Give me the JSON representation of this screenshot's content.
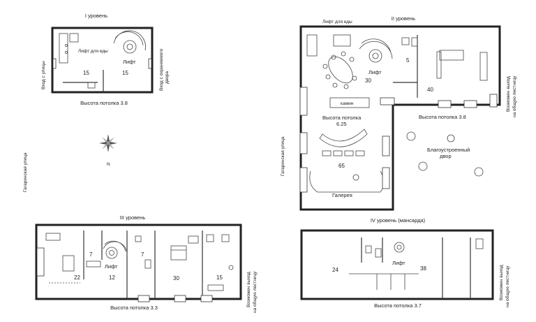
{
  "colors": {
    "wall": "#222222",
    "line": "#444444",
    "background": "#ffffff"
  },
  "street": "Гагаринская улица",
  "compass": "N",
  "level1": {
    "title": "I уровень",
    "lift_food": "Лифт для еды",
    "lift": "Лифт",
    "area_left": "15",
    "area_right": "15",
    "entrance_street": "Вход с улицы",
    "entrance_yard_1": "Вход с охраняемого",
    "entrance_yard_2": "двора",
    "ceiling": "Высота потолка 3.8"
  },
  "level2": {
    "title": "II уровень",
    "lift_food": "Лифт для еды",
    "lift": "Лифт",
    "area_30": "30",
    "area_5": "5",
    "area_40": "40",
    "fireplace": "камин",
    "ceiling_hall_1": "Высота потолка",
    "ceiling_hall_2": "6.25",
    "area_65": "65",
    "gallery": "Галерея",
    "ceiling": "Высота потолка 3.8",
    "yard_1": "Благоустроенный",
    "yard_2": "двор",
    "exit_1": "Возможен выход",
    "exit_2": "на общую лестницу"
  },
  "level3": {
    "title": "III уровень",
    "lift": "Лифт",
    "area_7a": "7",
    "area_22": "22",
    "area_12": "12",
    "area_7b": "7",
    "area_30": "30",
    "area_15": "15",
    "ceiling": "Высота потолка 3.3",
    "exit_1": "Возможен выход",
    "exit_2": "на общую лестницу"
  },
  "level4": {
    "title": "IV уровень (мансарда)",
    "lift": "Лифт",
    "area_24": "24",
    "area_38": "38",
    "ceiling": "Высота потолка 3.7",
    "exit_1": "Возможен выход",
    "exit_2": "на общую лестницу"
  }
}
